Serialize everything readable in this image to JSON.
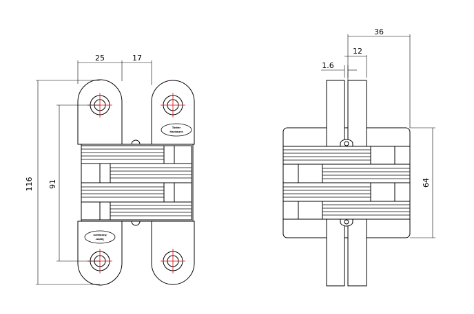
{
  "drawing": {
    "front_view": {
      "dimensions": {
        "width_left": "25",
        "width_right": "17",
        "overall_height": "116",
        "hole_spacing": "91"
      },
      "logo_text_line1": "Taster",
      "logo_text_line2": "Hardware"
    },
    "side_view": {
      "dimensions": {
        "overall_width": "36",
        "gap": "12",
        "thickness": "1.6",
        "body_height": "64"
      }
    }
  }
}
